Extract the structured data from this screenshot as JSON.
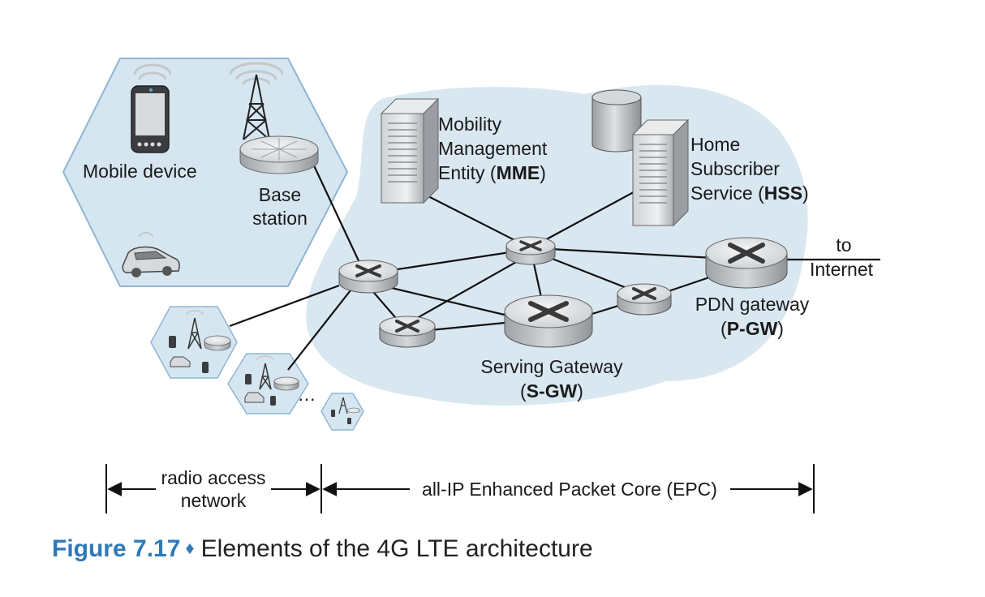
{
  "labels": {
    "mobile_device": "Mobile device",
    "base_station": [
      "Base",
      "station"
    ],
    "mme": [
      "Mobility",
      "Management",
      "Entity (",
      "MME",
      ")"
    ],
    "hss": [
      "Home",
      "Subscriber",
      "Service (",
      "HSS",
      ")"
    ],
    "to_internet": [
      "to",
      "Internet"
    ],
    "pdn_gateway": [
      "PDN gateway",
      "(",
      "P-GW",
      ")"
    ],
    "serving_gateway": [
      "Serving Gateway",
      "(",
      "S-GW",
      ")"
    ],
    "ellipsis": "…",
    "ran_span": [
      "radio access",
      "network"
    ],
    "epc_span": "all-IP Enhanced Packet Core (EPC)"
  },
  "caption": {
    "number": "Figure 7.17",
    "separator": "♦",
    "text": "Elements of the 4G LTE architecture"
  },
  "colors": {
    "cell_fill": "#d6e6f1",
    "cell_stroke": "#8fb5d4",
    "core_fill": "#d9e7f1",
    "router_fill": "#bfc3c6",
    "router_top": "#e6e8ea",
    "accent": "#2e7ab8"
  }
}
